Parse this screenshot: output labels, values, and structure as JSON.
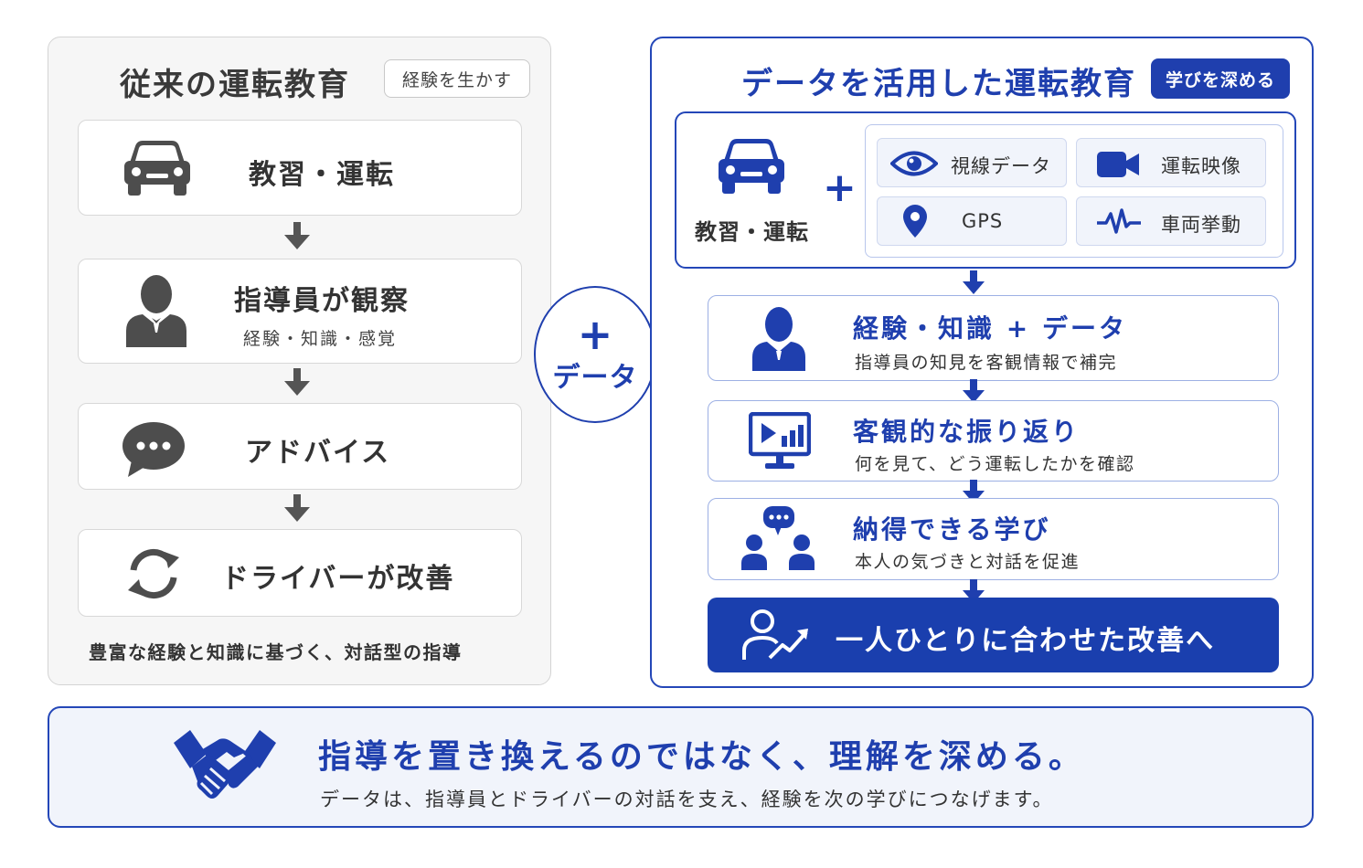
{
  "colors": {
    "accent": "#1f3fae",
    "gray_icon": "#4d4d4d",
    "left_bg": "#f6f6f6",
    "banner_bg": "#f1f4fb"
  },
  "left": {
    "title": "従来の運転教育",
    "tag": "経験を生かす",
    "steps": [
      {
        "label": "教習・運転",
        "icon": "car-icon"
      },
      {
        "label": "指導員が観察",
        "sub": "経験・知識・感覚",
        "icon": "instructor-icon"
      },
      {
        "label": "アドバイス",
        "icon": "speech-bubble-icon"
      },
      {
        "label": "ドライバーが改善",
        "icon": "refresh-icon"
      }
    ],
    "footer": "豊富な経験と知識に基づく、対話型の指導"
  },
  "center": {
    "plus": "+",
    "label": "データ"
  },
  "right": {
    "title": "データを活用した運転教育",
    "tag": "学びを深める",
    "top": {
      "car_label": "教習・運転",
      "plus": "+",
      "chips": [
        {
          "label": "視線データ",
          "icon": "eye-icon"
        },
        {
          "label": "運転映像",
          "icon": "video-camera-icon"
        },
        {
          "label": "GPS",
          "icon": "location-pin-icon"
        },
        {
          "label": "車両挙動",
          "icon": "pulse-icon"
        }
      ]
    },
    "steps": [
      {
        "title": "経験・知識 + データ",
        "sub": "指導員の知見を客観情報で補完",
        "icon": "instructor-icon"
      },
      {
        "title": "客観的な振り返り",
        "sub": "何を見て、どう運転したかを確認",
        "icon": "monitor-chart-icon"
      },
      {
        "title": "納得できる学び",
        "sub": "本人の気づきと対話を促進",
        "icon": "dialogue-icon"
      }
    ],
    "final": {
      "label": "一人ひとりに合わせた改善へ",
      "icon": "person-growth-icon"
    }
  },
  "banner": {
    "title": "指導を置き換えるのではなく、理解を深める。",
    "sub": "データは、指導員とドライバーの対話を支え、経験を次の学びにつなげます。",
    "icon": "handshake-icon"
  }
}
